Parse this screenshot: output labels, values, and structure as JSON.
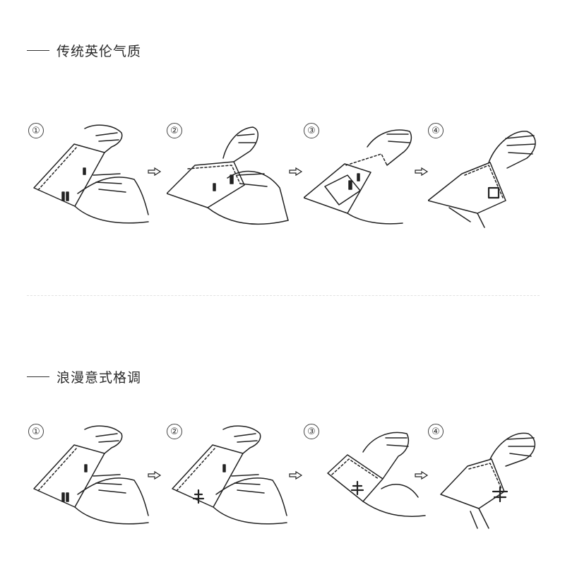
{
  "sections": [
    {
      "title": "传统英伦气质",
      "steps": [
        {
          "number": "①"
        },
        {
          "number": "②"
        },
        {
          "number": "③"
        },
        {
          "number": "④"
        }
      ]
    },
    {
      "title": "浪漫意式格调",
      "steps": [
        {
          "number": "①"
        },
        {
          "number": "②"
        },
        {
          "number": "③"
        },
        {
          "number": "④"
        }
      ]
    }
  ],
  "icons": {
    "arrow": "hollow-right-arrow-icon",
    "step_art": "hand-cuff-illustration"
  },
  "colors": {
    "line": "#222222",
    "divider": "#e2e2e2",
    "background": "#ffffff"
  }
}
